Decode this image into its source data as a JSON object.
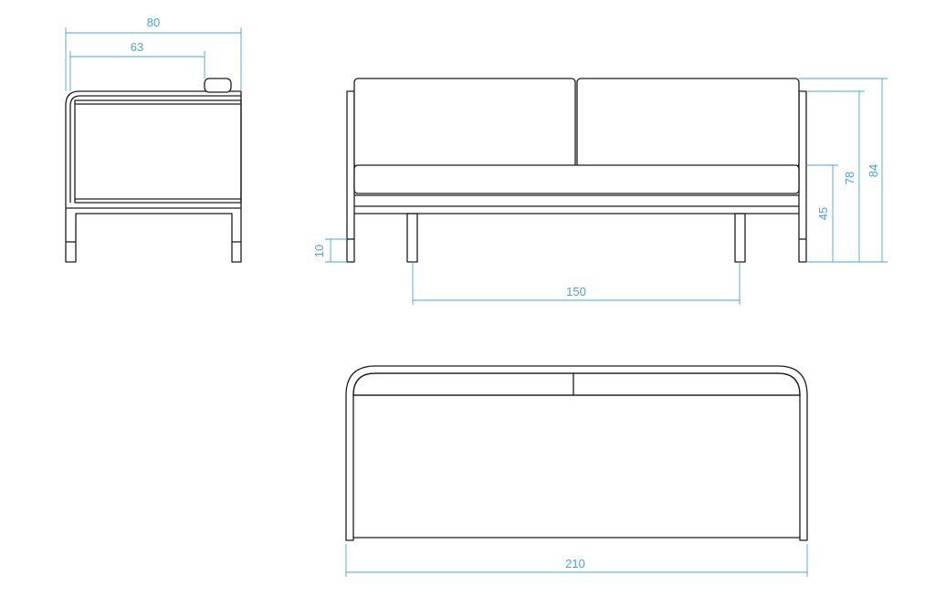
{
  "colors": {
    "line": "#1c1c1c",
    "dimension": "#4aa3d8",
    "background": "#ffffff"
  },
  "dimensions": {
    "overall_depth": "80",
    "seat_depth": "63",
    "overall_height": "84",
    "back_height": "78",
    "seat_height": "45",
    "leg_height": "10",
    "leg_spacing": "150",
    "overall_width": "210"
  }
}
